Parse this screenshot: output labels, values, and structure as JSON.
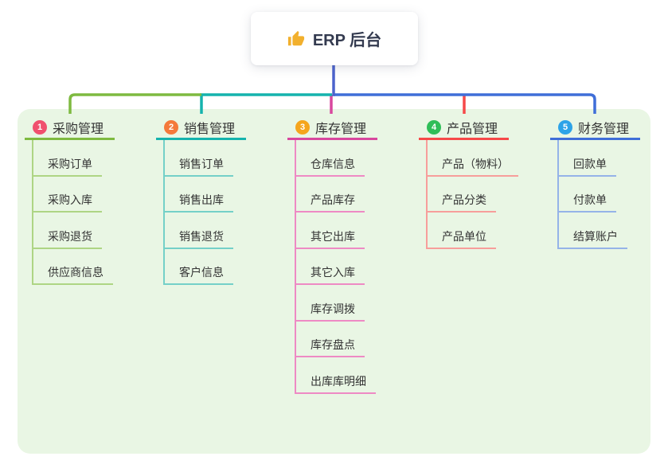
{
  "root": {
    "icon": "thumbs-up",
    "title": "ERP 后台"
  },
  "branches": [
    {
      "num": "1",
      "title": "采购管理",
      "children": [
        "采购订单",
        "采购入库",
        "采购退货",
        "供应商信息"
      ]
    },
    {
      "num": "2",
      "title": "销售管理",
      "children": [
        "销售订单",
        "销售出库",
        "销售退货",
        "客户信息"
      ]
    },
    {
      "num": "3",
      "title": "库存管理",
      "children": [
        "仓库信息",
        "产品库存",
        "其它出库",
        "其它入库",
        "库存调拨",
        "库存盘点",
        "出库库明细"
      ]
    },
    {
      "num": "4",
      "title": "产品管理",
      "children": [
        "产品（物料）",
        "产品分类",
        "产品单位"
      ]
    },
    {
      "num": "5",
      "title": "财务管理",
      "children": [
        "回款单",
        "付款单",
        "结算账户"
      ]
    }
  ],
  "palette": {
    "panel_bg": "#e9f6e4",
    "root_line": "#4c63cc",
    "root_title_color": "#333a4f",
    "icon_color": "#f2b02d",
    "text_color": "#333333",
    "b1": {
      "badge": "#f0506e",
      "main": "#7eba40",
      "light": "#aed584"
    },
    "b2": {
      "badge": "#f4793b",
      "main": "#15b3ad",
      "light": "#74d0c8"
    },
    "b3": {
      "badge": "#f5a51d",
      "main": "#d8489e",
      "light": "#ee8ac4"
    },
    "b4": {
      "badge": "#2fbe58",
      "main": "#f64949",
      "light": "#f79e9b"
    },
    "b5": {
      "badge": "#2da3e8",
      "main": "#3f6ed8",
      "light": "#95b3e8"
    }
  }
}
